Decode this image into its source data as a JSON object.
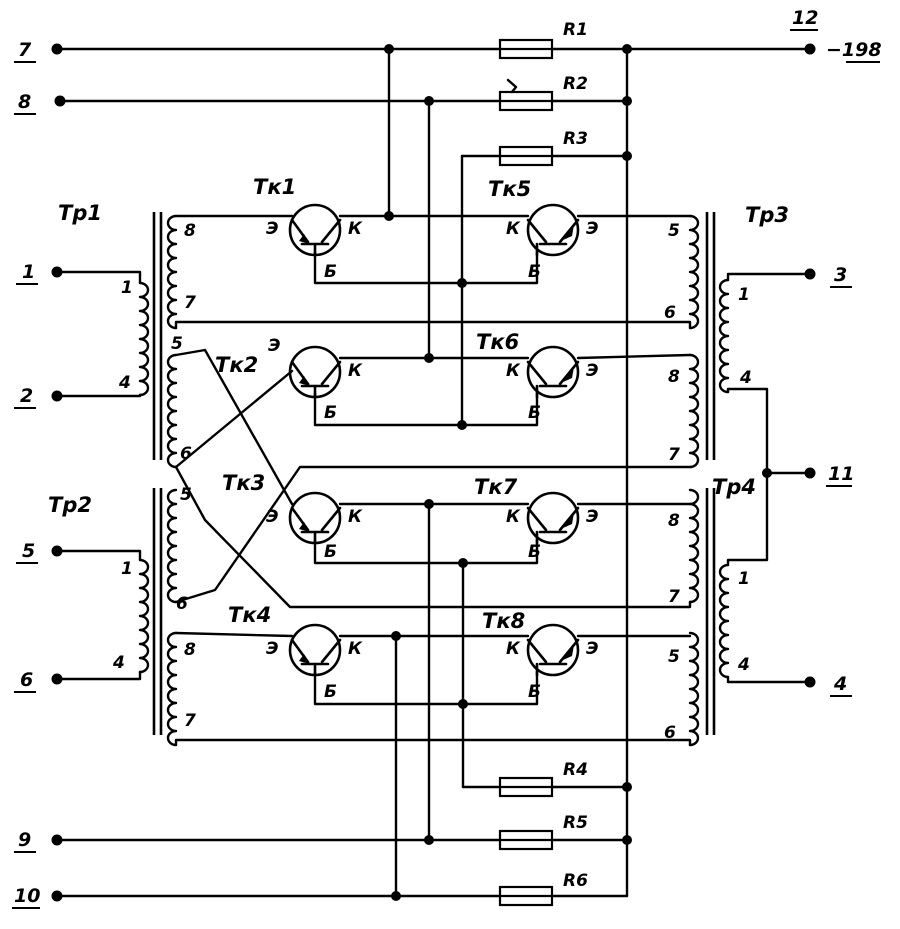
{
  "terminals": {
    "t7": "7",
    "t8": "8",
    "t12": "12",
    "voltage": "−198",
    "t1": "1",
    "t2": "2",
    "t5": "5",
    "t6": "6",
    "t9": "9",
    "t10": "10",
    "t3": "3",
    "t11": "11",
    "t4": "4"
  },
  "resistors": {
    "r1": "R1",
    "r2": "R2",
    "r3": "R3",
    "r4": "R4",
    "r5": "R5",
    "r6": "R6"
  },
  "transistors": {
    "tk1": "Tк1",
    "tk2": "Tк2",
    "tk3": "Tк3",
    "tk4": "Tк4",
    "tk5": "Tк5",
    "tk6": "Tк6",
    "tk7": "Tк7",
    "tk8": "Tк8"
  },
  "transformers": {
    "tp1": "Tp1",
    "tp2": "Tp2",
    "tp3": "Tp3",
    "tp4": "Tp4"
  },
  "transistor_pins": {
    "emitter": "Э",
    "collector": "К",
    "base": "Б"
  },
  "winding_pins": {
    "tp1_p1": "1",
    "tp1_p4": "4",
    "tp1_s8": "8",
    "tp1_s7": "7",
    "tp1_s5": "5",
    "tp1_s6": "6",
    "tp2_p1": "1",
    "tp2_p4": "4",
    "tp2_s5": "5",
    "tp2_s6": "6",
    "tp2_s8": "8",
    "tp2_s7": "7",
    "tp3_a5": "5",
    "tp3_a6": "6",
    "tp3_b8": "8",
    "tp3_b7": "7",
    "tp3_p1": "1",
    "tp3_p4": "4",
    "tp4_a8": "8",
    "tp4_a7": "7",
    "tp4_b5": "5",
    "tp4_b6": "6",
    "tp4_p1": "1",
    "tp4_p4": "4"
  }
}
